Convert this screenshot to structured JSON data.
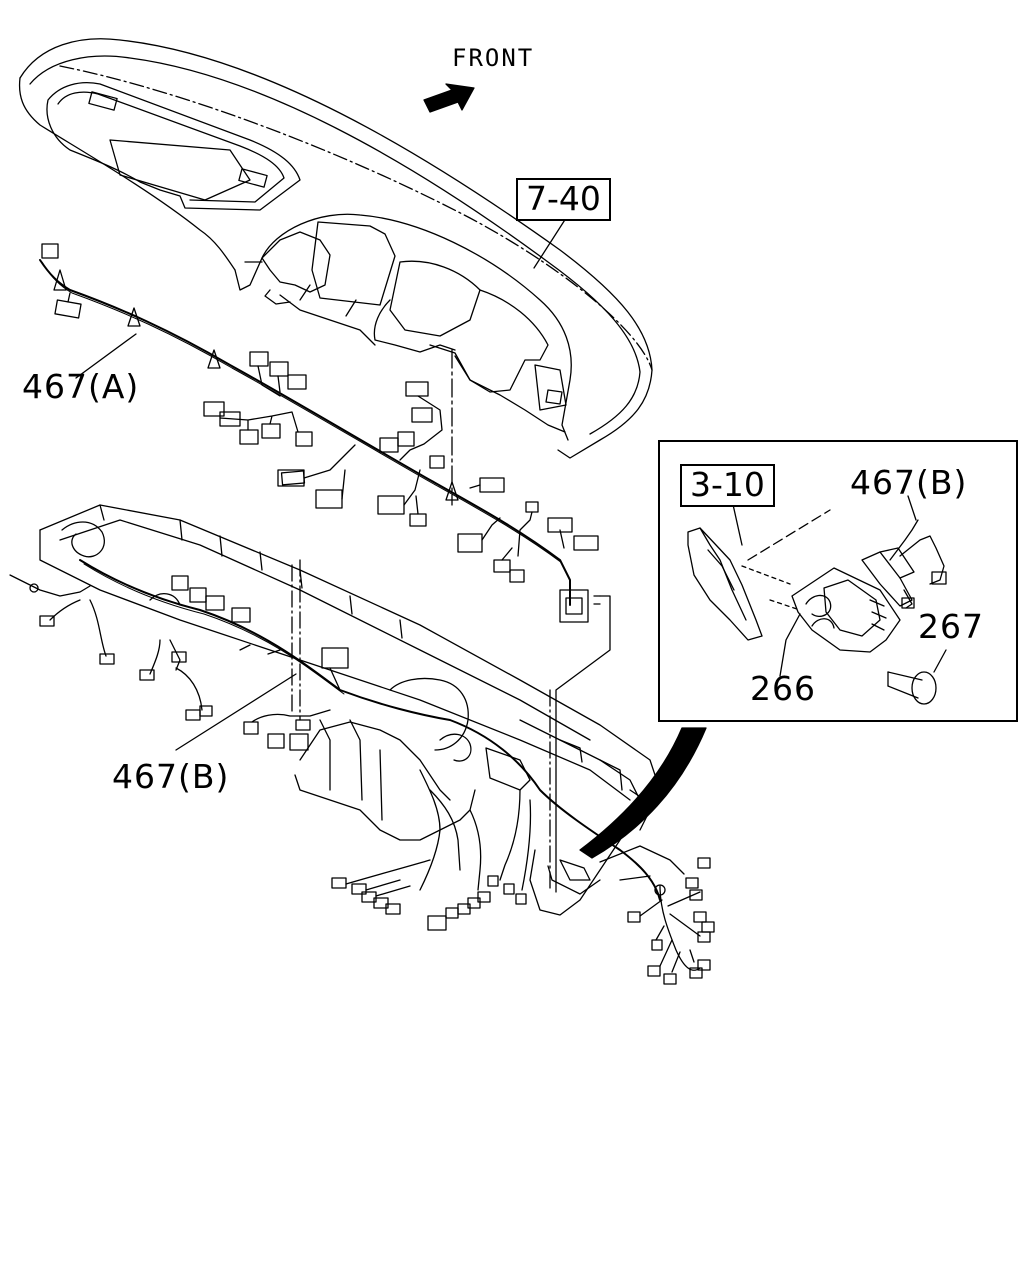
{
  "orientation": {
    "front_label": "FRONT"
  },
  "references": {
    "ref_main": "7-40",
    "ref_inset": "3-10"
  },
  "callouts": {
    "harness_a": "467(A)",
    "harness_b_main": "467(B)",
    "harness_b_inset": "467(B)",
    "bracket": "266",
    "bolt": "267"
  },
  "icons": [
    "front-arrow-icon"
  ]
}
